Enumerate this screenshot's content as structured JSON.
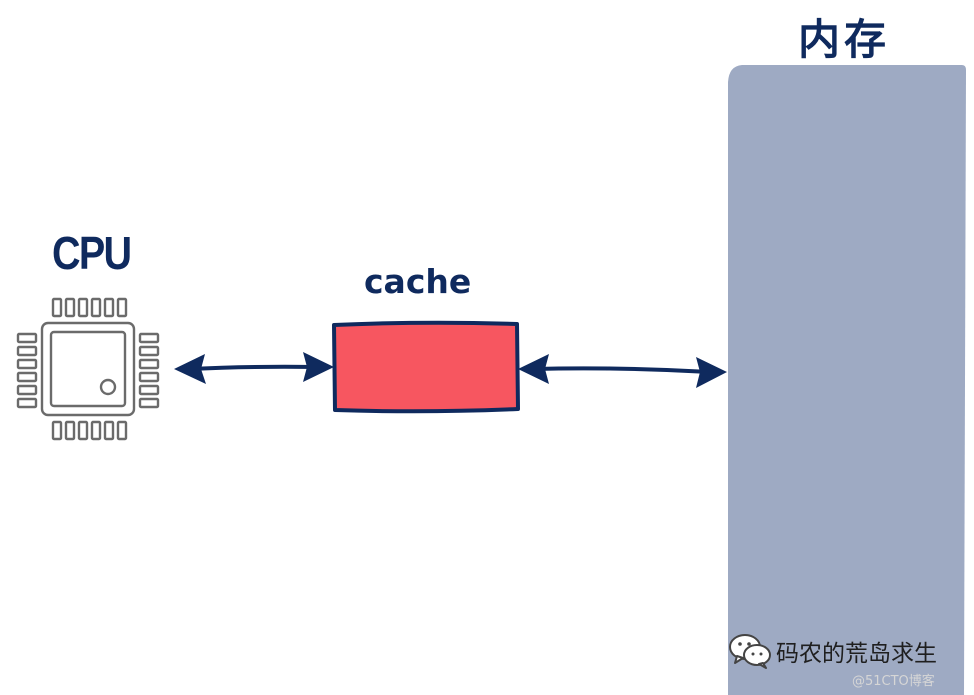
{
  "labels": {
    "cpu": "CPU",
    "cache": "cache",
    "memory": "内存"
  },
  "watermark": {
    "account": "码农的荒岛求生",
    "source": "@51CTO博客"
  },
  "colors": {
    "label_text": "#0f2a5e",
    "arrow": "#0f2a5e",
    "cache_fill": "#f75660",
    "memory_fill": "#9eaac3",
    "chip_outline": "#6b6b6b"
  },
  "icons": {
    "cpu": "cpu-chip-icon",
    "watermark": "wechat-icon"
  }
}
